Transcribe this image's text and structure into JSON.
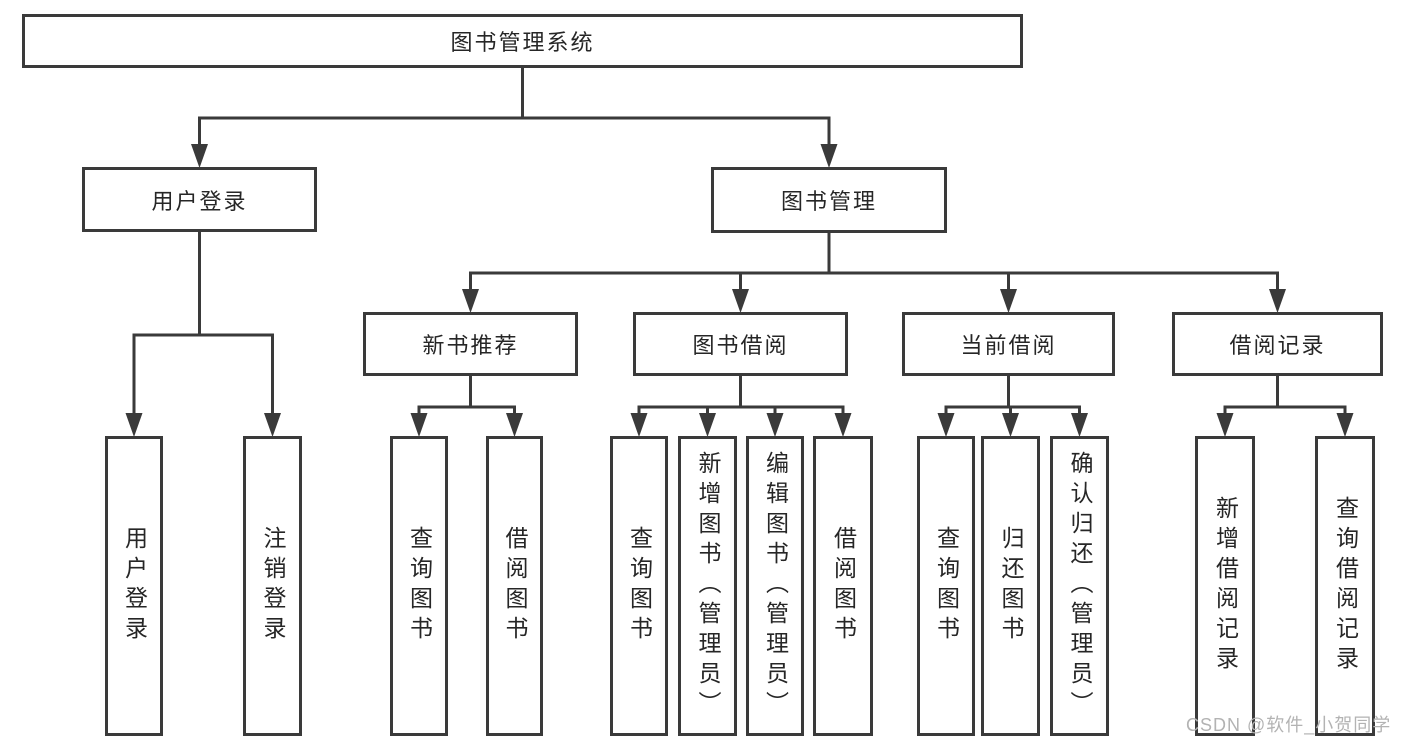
{
  "diagram": {
    "nodes": [
      {
        "id": "root",
        "label": "图书管理系统",
        "level": 1,
        "orientation": "horizontal"
      },
      {
        "id": "user-login",
        "label": "用户登录",
        "level": 2,
        "orientation": "horizontal"
      },
      {
        "id": "book-mgmt",
        "label": "图书管理",
        "level": 2,
        "orientation": "horizontal"
      },
      {
        "id": "new-book-rec",
        "label": "新书推荐",
        "level": 3,
        "orientation": "horizontal"
      },
      {
        "id": "book-borrow",
        "label": "图书借阅",
        "level": 3,
        "orientation": "horizontal"
      },
      {
        "id": "current-borrow",
        "label": "当前借阅",
        "level": 3,
        "orientation": "horizontal"
      },
      {
        "id": "borrow-records",
        "label": "借阅记录",
        "level": 3,
        "orientation": "horizontal"
      },
      {
        "id": "leaf-user-login",
        "label": "用户登录",
        "level": 4,
        "orientation": "vertical"
      },
      {
        "id": "leaf-logout",
        "label": "注销登录",
        "level": 4,
        "orientation": "vertical"
      },
      {
        "id": "leaf-query-books-new",
        "label": "查询图书",
        "level": 4,
        "orientation": "vertical"
      },
      {
        "id": "leaf-borrow-books-new",
        "label": "借阅图书",
        "level": 4,
        "orientation": "vertical"
      },
      {
        "id": "leaf-query-books-borrow",
        "label": "查询图书",
        "level": 4,
        "orientation": "vertical"
      },
      {
        "id": "leaf-add-books",
        "label": "新增图书（管理员）",
        "level": 4,
        "orientation": "vertical"
      },
      {
        "id": "leaf-edit-books",
        "label": "编辑图书（管理员）",
        "level": 4,
        "orientation": "vertical"
      },
      {
        "id": "leaf-borrow-books",
        "label": "借阅图书",
        "level": 4,
        "orientation": "vertical"
      },
      {
        "id": "leaf-query-books-cur",
        "label": "查询图书",
        "level": 4,
        "orientation": "vertical"
      },
      {
        "id": "leaf-return-books",
        "label": "归还图书",
        "level": 4,
        "orientation": "vertical"
      },
      {
        "id": "leaf-confirm-return",
        "label": "确认归还（管理员）",
        "level": 4,
        "orientation": "vertical"
      },
      {
        "id": "leaf-add-borrow-rec",
        "label": "新增借阅记录",
        "level": 4,
        "orientation": "vertical"
      },
      {
        "id": "leaf-query-borrow-rec",
        "label": "查询借阅记录",
        "level": 4,
        "orientation": "vertical"
      }
    ],
    "edges": [
      {
        "parent": "root",
        "children": [
          "user-login",
          "book-mgmt"
        ]
      },
      {
        "parent": "user-login",
        "children": [
          "leaf-user-login",
          "leaf-logout"
        ]
      },
      {
        "parent": "book-mgmt",
        "children": [
          "new-book-rec",
          "book-borrow",
          "current-borrow",
          "borrow-records"
        ]
      },
      {
        "parent": "new-book-rec",
        "children": [
          "leaf-query-books-new",
          "leaf-borrow-books-new"
        ]
      },
      {
        "parent": "book-borrow",
        "children": [
          "leaf-query-books-borrow",
          "leaf-add-books",
          "leaf-edit-books",
          "leaf-borrow-books"
        ]
      },
      {
        "parent": "current-borrow",
        "children": [
          "leaf-query-books-cur",
          "leaf-return-books",
          "leaf-confirm-return"
        ]
      },
      {
        "parent": "borrow-records",
        "children": [
          "leaf-add-borrow-rec",
          "leaf-query-borrow-rec"
        ]
      }
    ]
  },
  "watermark": {
    "text": "CSDN @软件_小贺同学"
  },
  "colors": {
    "background": "#ffffff",
    "box_fill": "#ffffff",
    "box_border": "#3a3a3a",
    "connector": "#3a3a3a",
    "text": "#262626",
    "watermark": "#b3b3b3"
  }
}
